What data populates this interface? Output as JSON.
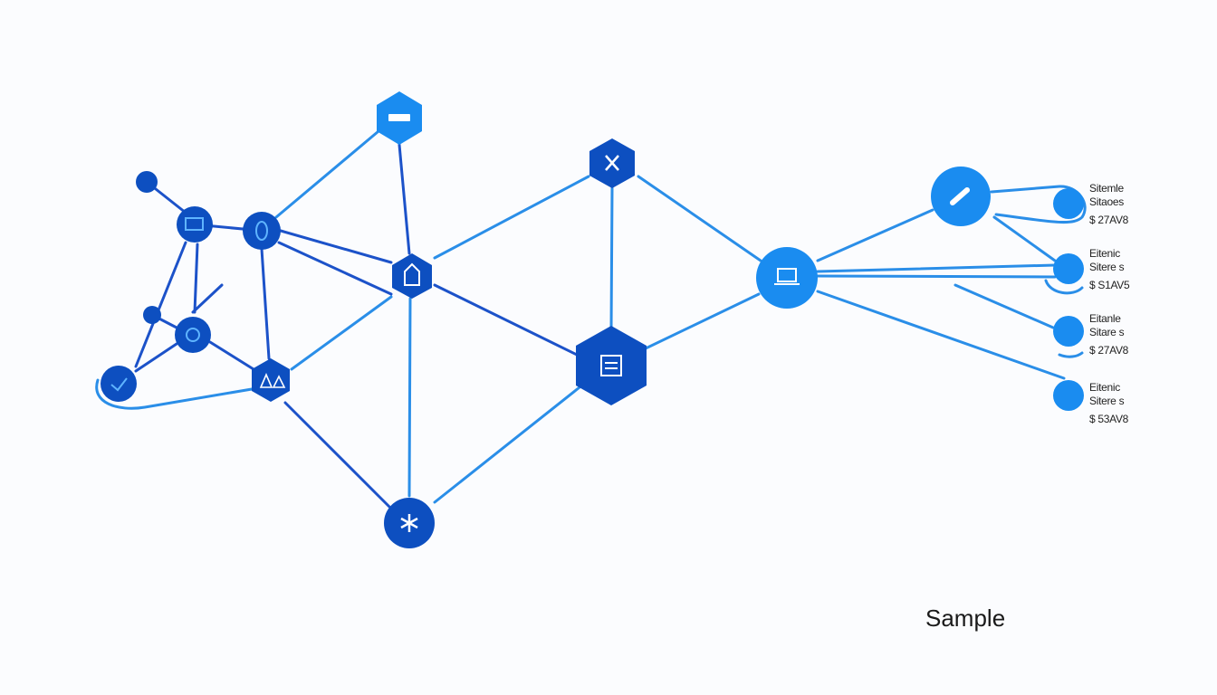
{
  "colors": {
    "dark": "#0d4fc0",
    "light": "#1a8cf0",
    "line_dark": "#1c52c9",
    "line_light": "#2a8ee8"
  },
  "labels": [
    {
      "line1": "Sitemle",
      "line2": "Sitaoes",
      "price": "$ 27AV8"
    },
    {
      "line1": "Eitenic",
      "line2": "Sitere s",
      "price": "$ S1AV5"
    },
    {
      "line1": "Eitanle",
      "line2": "Sitare s",
      "price": "$ 27AV8"
    },
    {
      "line1": "Eitenic",
      "line2": "Sitere s",
      "price": "$ 53AV8"
    }
  ],
  "watermark": "Sample",
  "icons": {
    "n1": "minus-icon",
    "n2": "x-icon",
    "n4": "monitor-icon",
    "n5": "zero-icon",
    "n6": "house-icon",
    "n8": "refresh-icon",
    "n9": "check-icon",
    "n10": "shapes-icon",
    "n11": "calendar-icon",
    "n12": "asterisk-icon",
    "n13": "laptop-icon",
    "n14": "link-icon"
  }
}
